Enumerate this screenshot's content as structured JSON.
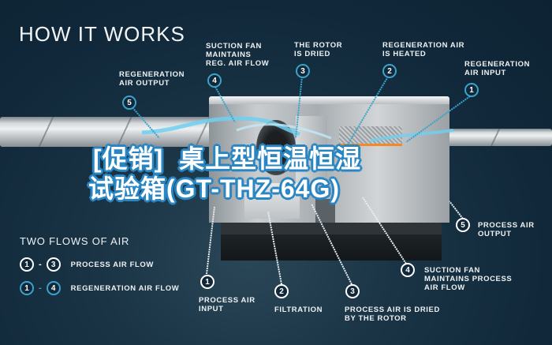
{
  "header": {
    "title": "HOW IT WORKS"
  },
  "overlay_headline": {
    "line1": "[促销]  桌上型恒温恒湿",
    "line2": "试验箱(GT-THZ-64G)"
  },
  "regeneration_steps": [
    {
      "number": "5",
      "label_line1": "REGENERATION",
      "label_line2": "AIR OUTPUT",
      "label_line3": ""
    },
    {
      "number": "4",
      "label_line1": "SUCTION FAN",
      "label_line2": "MAINTAINS",
      "label_line3": "REG. AIR FLOW"
    },
    {
      "number": "3",
      "label_line1": "THE ROTOR",
      "label_line2": "IS DRIED",
      "label_line3": ""
    },
    {
      "number": "2",
      "label_line1": "REGENERATION AIR",
      "label_line2": "IS HEATED",
      "label_line3": ""
    },
    {
      "number": "1",
      "label_line1": "REGENERATION",
      "label_line2": "AIR INPUT",
      "label_line3": ""
    }
  ],
  "process_steps": [
    {
      "number": "1",
      "label_line1": "PROCESS AIR",
      "label_line2": "INPUT",
      "label_line3": ""
    },
    {
      "number": "2",
      "label_line1": "FILTRATION",
      "label_line2": "",
      "label_line3": ""
    },
    {
      "number": "3",
      "label_line1": "PROCESS AIR IS DRIED",
      "label_line2": "BY THE ROTOR",
      "label_line3": ""
    },
    {
      "number": "4",
      "label_line1": "SUCTION FAN",
      "label_line2": "MAINTAINS PROCESS",
      "label_line3": "AIR FLOW"
    },
    {
      "number": "5",
      "label_line1": "PROCESS AIR",
      "label_line2": "OUTPUT",
      "label_line3": ""
    }
  ],
  "legend": {
    "title": "TWO FLOWS OF AIR",
    "items": [
      {
        "from": "1",
        "dash": "-",
        "to": "3",
        "label": "PROCESS AIR FLOW",
        "color": "#ffffff"
      },
      {
        "from": "1",
        "dash": "-",
        "to": "4",
        "label": "REGENERATION AIR FLOW",
        "color": "#3aa3cc"
      }
    ]
  },
  "colors": {
    "background": "#10283a",
    "process": "#ffffff",
    "regeneration": "#3aa3cc",
    "headline_outline": "#2a86c2",
    "heater": "#f08a2a"
  }
}
